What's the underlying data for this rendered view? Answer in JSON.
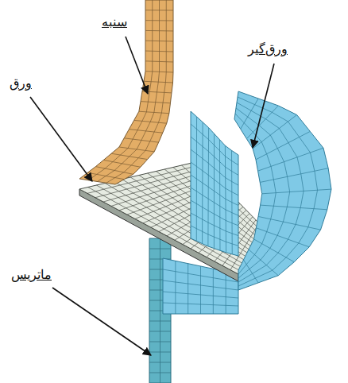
{
  "diagram": {
    "labels": [
      "سنبه",
      "ورق‌گیر",
      "ورق",
      "ماتریس"
    ]
  }
}
